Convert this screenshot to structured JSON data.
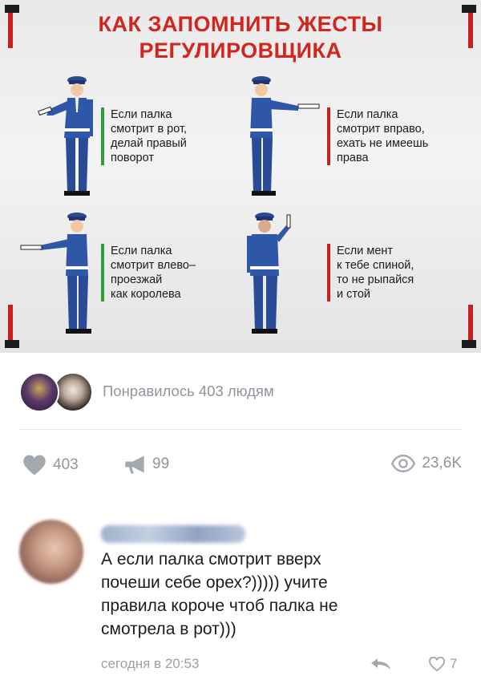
{
  "poster": {
    "title_line1": "КАК ЗАПОМНИТЬ ЖЕСТЫ",
    "title_line2": "РЕГУЛИРОВЩИКА",
    "captions": [
      {
        "lines": [
          "Если палка",
          "смотрит в рот,",
          "делай правый",
          "поворот"
        ]
      },
      {
        "lines": [
          "Если палка",
          "смотрит вправо,",
          "ехать не имеешь",
          "права"
        ]
      },
      {
        "lines": [
          "Если палка",
          "смотрит влево–",
          "проезжай",
          "как королева"
        ]
      },
      {
        "lines": [
          "Если мент",
          "к тебе спиной,",
          "то не рыпайся",
          "и стой"
        ]
      }
    ]
  },
  "likes_summary": "Понравилось 403 людям",
  "stats": {
    "likes": "403",
    "reposts": "99",
    "views": "23,6K"
  },
  "comment": {
    "text_lines": [
      "А если палка смотрит вверх",
      "почеши себе орех?))))) учите",
      "правила короче чтоб палка не",
      "смотрела в рот)))"
    ],
    "time": "сегодня в 20:53",
    "likes": "7"
  },
  "colors": {
    "title_red": "#d0261f",
    "caption_green": "#2e9d3a",
    "caption_red": "#c5221f",
    "uniform_blue": "#2f57a8",
    "meta_gray": "#8f959c"
  },
  "icons": {
    "stat_likes": "heart-icon",
    "stat_reposts": "megaphone-icon",
    "stat_views": "eye-icon",
    "reply": "reply-arrow-icon",
    "comment_like": "heart-outline-icon"
  }
}
